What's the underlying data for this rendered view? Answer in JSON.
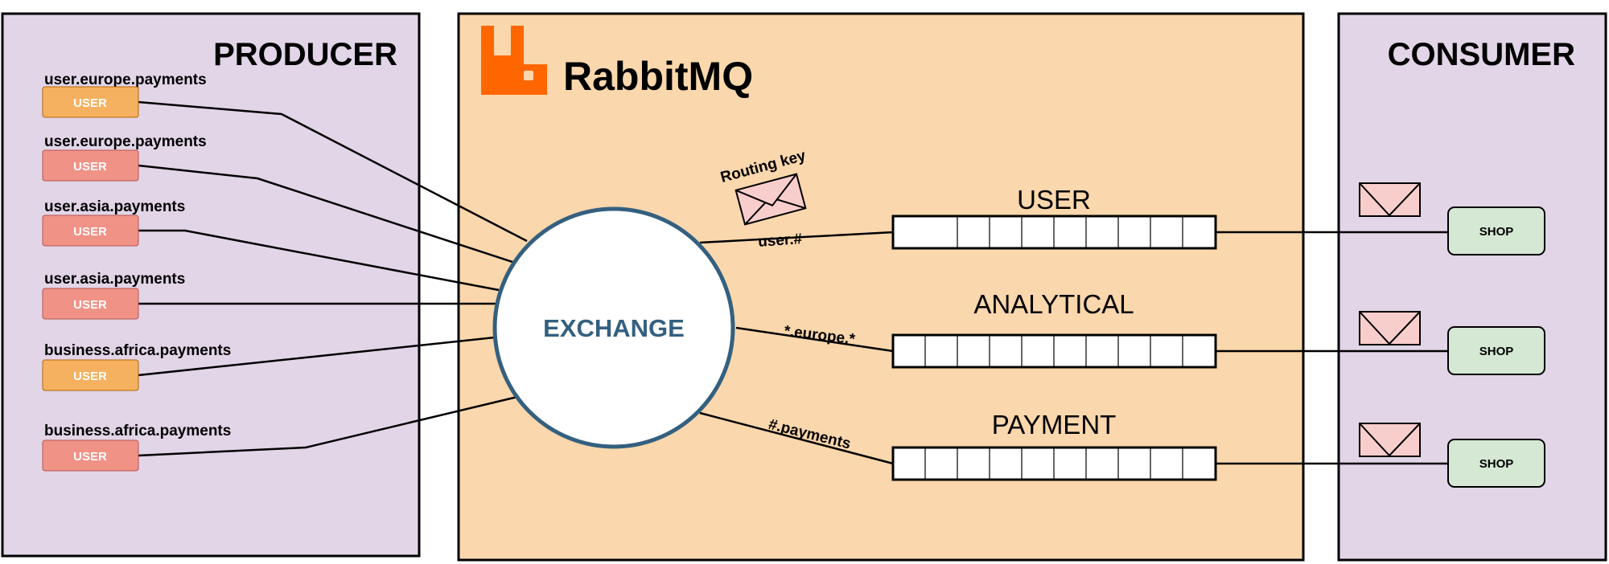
{
  "producer": {
    "title": "PRODUCER",
    "items": [
      {
        "key": "user.europe.payments",
        "label": "USER",
        "color": "#f6b160"
      },
      {
        "key": "user.europe.payments",
        "label": "USER",
        "color": "#f19287"
      },
      {
        "key": "user.asia.payments",
        "label": "USER",
        "color": "#f19287"
      },
      {
        "key": "user.asia.payments",
        "label": "USER",
        "color": "#f19287"
      },
      {
        "key": "business.africa.payments",
        "label": "USER",
        "color": "#f6b160"
      },
      {
        "key": "business.africa.payments",
        "label": "USER",
        "color": "#f19287"
      }
    ]
  },
  "broker": {
    "name": "RabbitMQ",
    "logo_icon": "rabbitmq-logo-icon",
    "logo_color": "#ff6600",
    "exchange_label": "EXCHANGE",
    "exchange_color": "#34607f",
    "routing_key_label": "Routing key",
    "queues": [
      {
        "name": "USER",
        "binding": "user.#"
      },
      {
        "name": "ANALYTICAL",
        "binding": "*.europe.*"
      },
      {
        "name": "PAYMENT",
        "binding": "#.payments"
      }
    ]
  },
  "consumer": {
    "title": "CONSUMER",
    "shops": [
      {
        "label": "SHOP"
      },
      {
        "label": "SHOP"
      },
      {
        "label": "SHOP"
      }
    ],
    "shop_color": "#d5e8d4"
  },
  "colors": {
    "side_panel": "#e1d5e7",
    "broker_panel": "#fad7ac",
    "envelope": "#f8cecc"
  }
}
